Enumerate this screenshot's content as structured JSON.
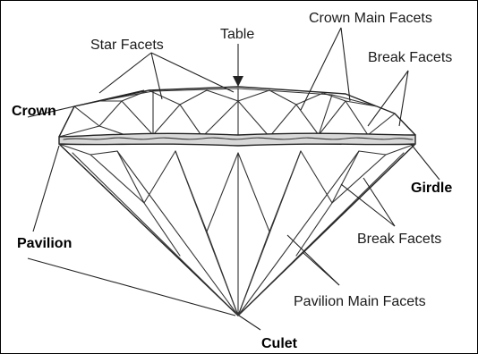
{
  "diagram": {
    "labels": {
      "table": "Table",
      "star_facets": "Star Facets",
      "crown_main_facets": "Crown Main Facets",
      "break_facets_top": "Break Facets",
      "crown": "Crown",
      "girdle": "Girdle",
      "pavilion": "Pavilion",
      "break_facets_bottom": "Break Facets",
      "pavilion_main_facets": "Pavilion Main Facets",
      "culet": "Culet"
    }
  }
}
